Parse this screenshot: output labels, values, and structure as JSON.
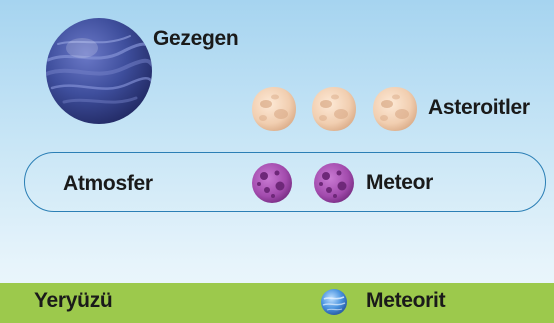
{
  "labels": {
    "planet": "Gezegen",
    "asteroids": "Asteroitler",
    "atmosphere": "Atmosfer",
    "meteor": "Meteor",
    "ground": "Yeryüzü",
    "meteorite": "Meteorit"
  },
  "counts": {
    "asteroids": 3,
    "meteors": 2
  },
  "colors": {
    "sky_top": "#a6d4f0",
    "sky_bottom": "#eef8fc",
    "atmosphere_border": "#2b7fb5",
    "ground": "#9cc94c",
    "planet": "#3e4e9c",
    "asteroid": "#f1ceb0",
    "meteor": "#a24bad",
    "meteorite": "#4a94e0"
  },
  "icons": {
    "planet": "planet-icon",
    "asteroid": "asteroid-icon",
    "meteor": "meteor-icon",
    "meteorite": "meteorite-icon"
  }
}
